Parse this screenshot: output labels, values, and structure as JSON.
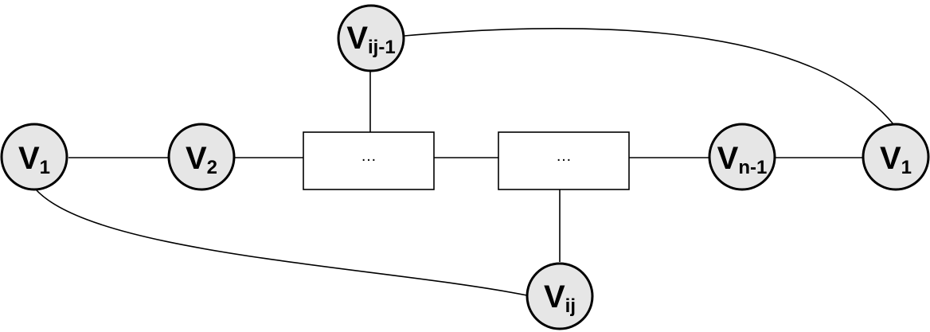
{
  "nodes": {
    "v1_left": {
      "base": "V",
      "sub": "1"
    },
    "v2": {
      "base": "V",
      "sub": "2"
    },
    "vij_1": {
      "base": "V",
      "sub": "ij-1"
    },
    "vij": {
      "base": "V",
      "sub": "ij"
    },
    "vn_1": {
      "base": "V",
      "sub": "n-1"
    },
    "v1_right": {
      "base": "V",
      "sub": "1"
    }
  },
  "boxes": {
    "left": {
      "label": "…"
    },
    "right": {
      "label": "…"
    }
  },
  "colors": {
    "node_fill": "#e6e6e6",
    "stroke": "#000000"
  }
}
